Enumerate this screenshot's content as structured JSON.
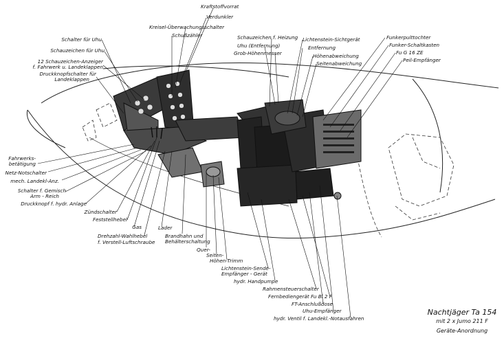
{
  "title": {
    "line1": "Nachtjäger Ta 154",
    "line2": "mit 2 x Jumo 211 F",
    "line3": "Geräte-Anordnung"
  },
  "labels": {
    "schalter_uhu": "Schalter für Uhu",
    "schauzeichen_uhu": "Schauzeichen für Uhu",
    "schauzeichen_anzeiger_1": "12 Schauzeichen-Anzeiger",
    "schauzeichen_anzeiger_2": "f. Fahrwerk u. Landeklappen",
    "druckknopf_1": "Druckknopfschalter für",
    "druckknopf_2": "Landeklappen",
    "fahrwerks_1": "Fahrwerks-",
    "fahrwerks_2": "betätigung",
    "netz": "Netz-Notschalter",
    "mech_landekl": "mech. Landekl-Anz.",
    "gemisch_1": "Schalter f. Gemisch",
    "gemisch_2": "Arm - Reich",
    "druckknopf_hydr": "Druckknopf f. hydr. Anlage",
    "zuend": "Zündschalter",
    "feststell": "Feststellhebel",
    "gas": "Gas",
    "drehzahl_1": "Drehzahl-Wahlhebel",
    "drehzahl_2": "f. Verstell-Luftschraube",
    "lader": "Lader",
    "brandhahn_1": "Brandhahn und",
    "brandhahn_2": "Behälterschaltung",
    "trimm_1": "Quer-",
    "trimm_2": "Seiten-",
    "trimm_3": "Höhen-Trimm",
    "lichtenstein_sende_1": "Lichtenstein-Sende-",
    "lichtenstein_sende_2": "Empfänger - Gerät",
    "hydr_handpumpe": "hydr. Handpumpe",
    "rahmensteuer": "Rahmensteuerschalter",
    "fernbedien": "Fernbediengerät Fu Bl 2 F",
    "ft_anschluss": "FT-Anschlußdose",
    "uhu_empf": "Uhu-Empfänger",
    "hydr_ventil": "hydr. Ventil f. Landekl.-Notausfahren",
    "kraftstoff": "Kraftstoffvorrat",
    "verdunkler": "Verdunkler",
    "kreisel": "Kreisel-Überwachungsschalter",
    "schusszaehler": "Schußzähler",
    "schauzeichen_heizung": "Schauzeichen f. Heizung",
    "uhu_entfernung": "Uhu (Entfernung)",
    "grob_hoehen": "Grob-Höhenmesser",
    "lichtenstein_sicht": "Lichtenstein-Sichtgerät",
    "entfernung": "Entfernung",
    "hoehenabweichung": "Höhenabweichung",
    "seitenabweichung": "Seitenabweichung",
    "funkerpult": "Funkerpulttochter",
    "funker_schalt": "Funker-Schaltkasten",
    "fug16": "Fu G 16 ZE",
    "peil": "Peil-Empfänger"
  }
}
